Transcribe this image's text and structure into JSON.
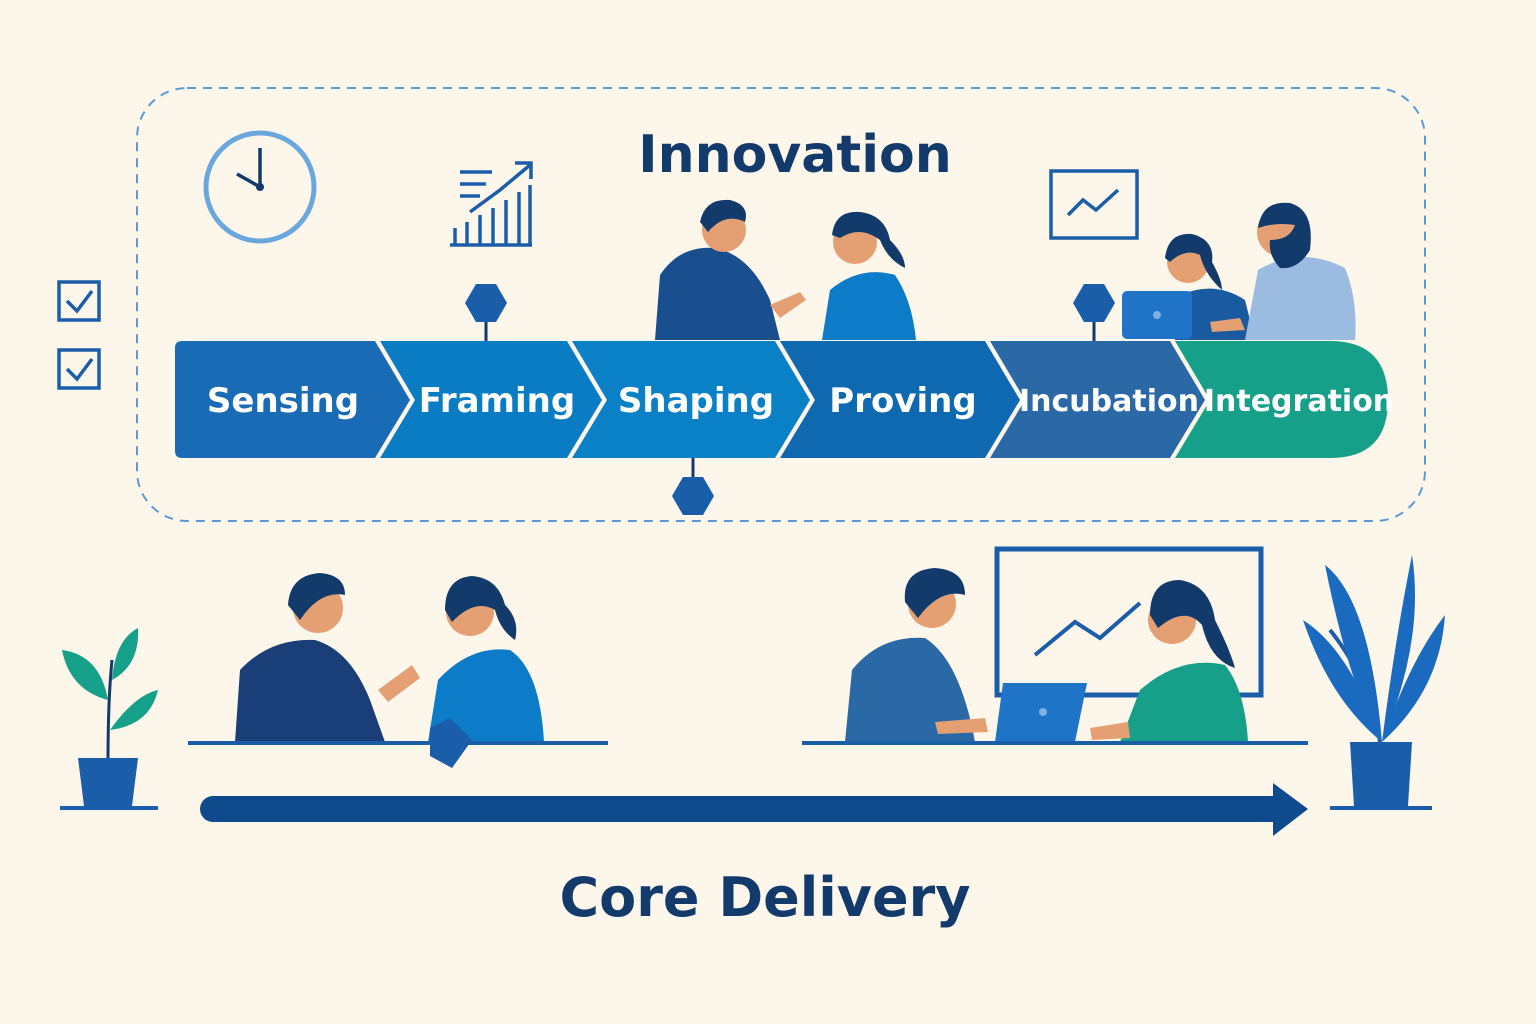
{
  "innovation": {
    "title": "Innovation",
    "stages": [
      {
        "label": "Sensing",
        "color": "#1a6bb5"
      },
      {
        "label": "Framing",
        "color": "#0a7cc4"
      },
      {
        "label": "Shaping",
        "color": "#0a80c6"
      },
      {
        "label": "Proving",
        "color": "#0f69b0"
      },
      {
        "label": "Incubation",
        "color": "#2b68a6"
      },
      {
        "label": "Integration",
        "color": "#16a08a"
      }
    ]
  },
  "core_delivery": {
    "title": "Core Delivery"
  },
  "icons": [
    "clock-icon",
    "growth-chart-icon",
    "line-chart-icon",
    "checkbox-icon",
    "hexagon-milestone-icon",
    "plant-icon",
    "arrow-icon"
  ],
  "colors": {
    "background": "#fdf6ea",
    "navy": "#123a6b",
    "blue": "#1a6bb5",
    "green": "#16a08a",
    "skin": "#e4a073"
  }
}
